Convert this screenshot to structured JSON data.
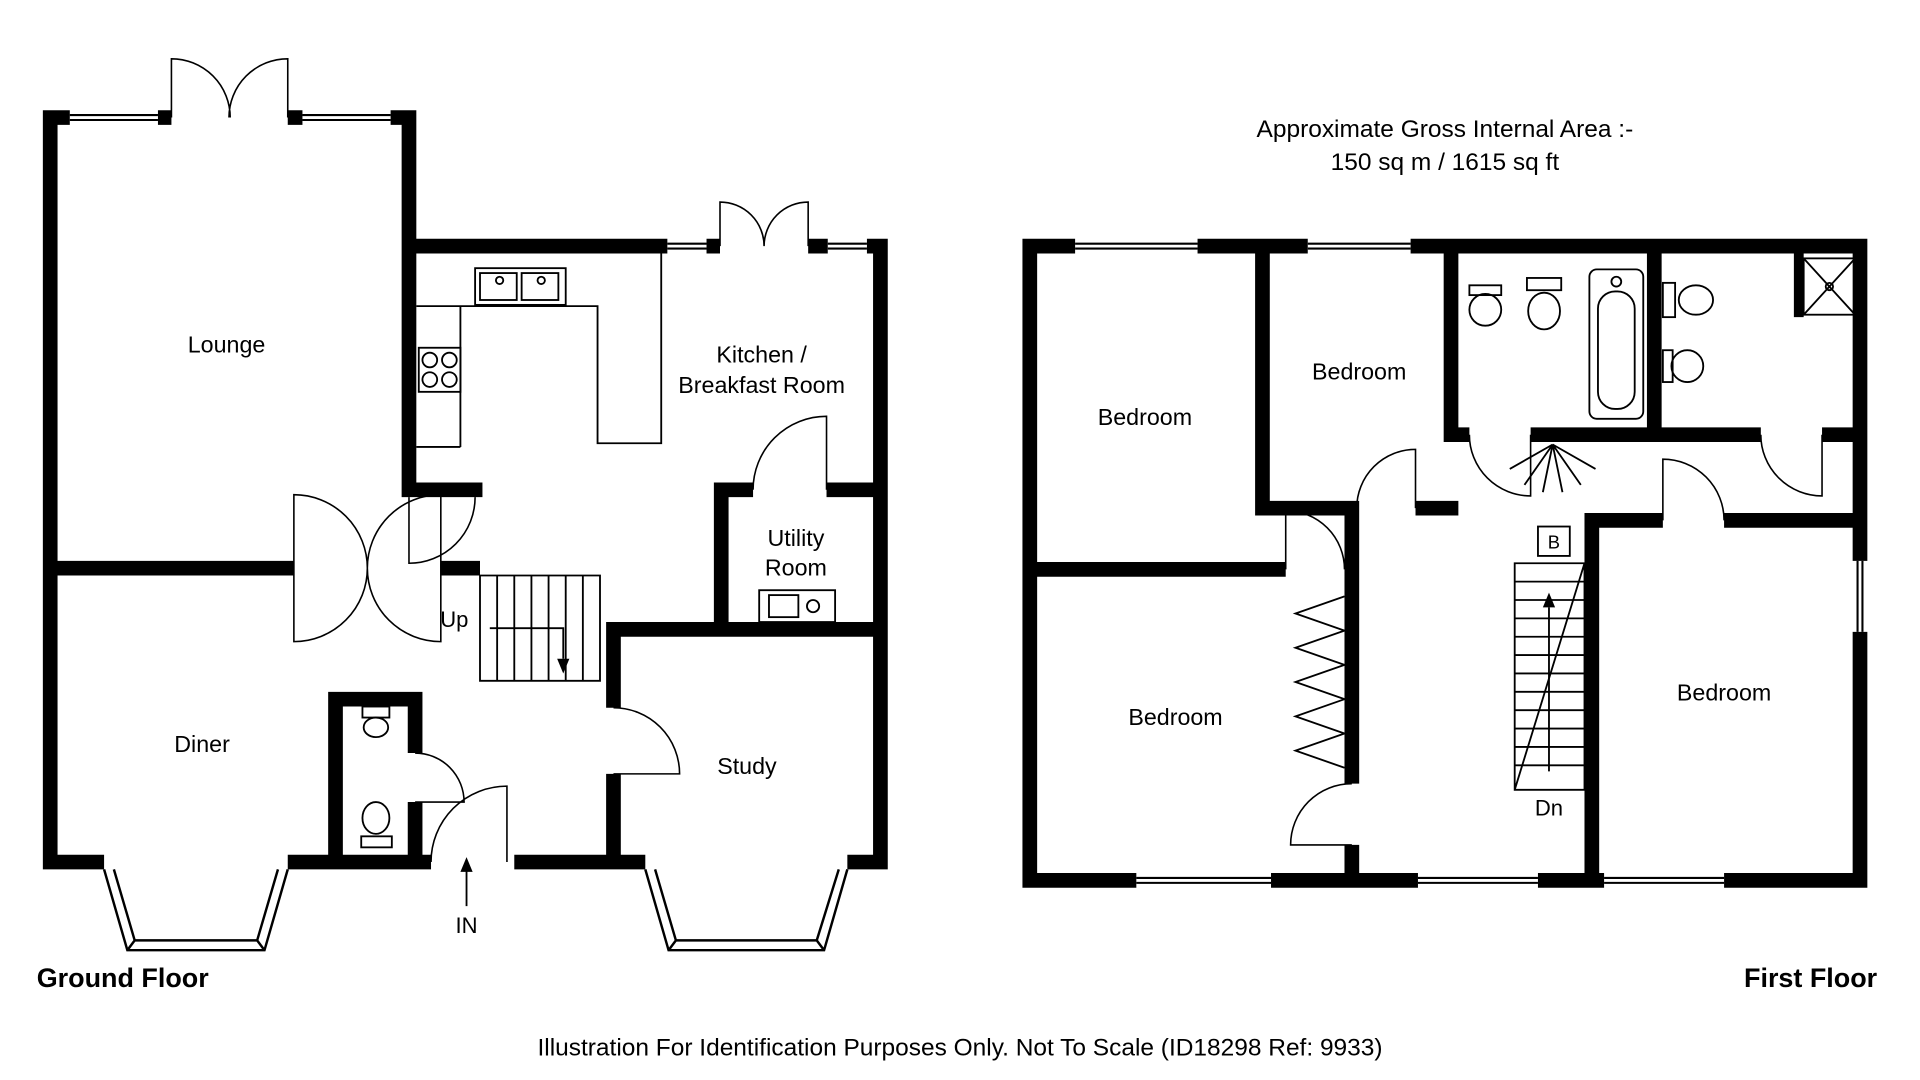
{
  "header": {
    "area_line1": "Approximate Gross Internal Area :-",
    "area_line2": "150 sq m / 1615 sq ft"
  },
  "ground_floor": {
    "title": "Ground Floor",
    "rooms": {
      "lounge": "Lounge",
      "kitchen_line1": "Kitchen /",
      "kitchen_line2": "Breakfast Room",
      "utility_line1": "Utility",
      "utility_line2": "Room",
      "diner": "Diner",
      "study": "Study"
    },
    "annotations": {
      "up": "Up",
      "in": "IN"
    }
  },
  "first_floor": {
    "title": "First Floor",
    "rooms": {
      "bedroom_top_left": "Bedroom",
      "bedroom_top_middle": "Bedroom",
      "bedroom_bottom_left": "Bedroom",
      "bedroom_right": "Bedroom"
    },
    "annotations": {
      "down": "Dn",
      "boiler": "B"
    }
  },
  "footer": {
    "disclaimer": "Illustration For Identification Purposes Only. Not To Scale (ID18298 Ref: 9933)"
  }
}
